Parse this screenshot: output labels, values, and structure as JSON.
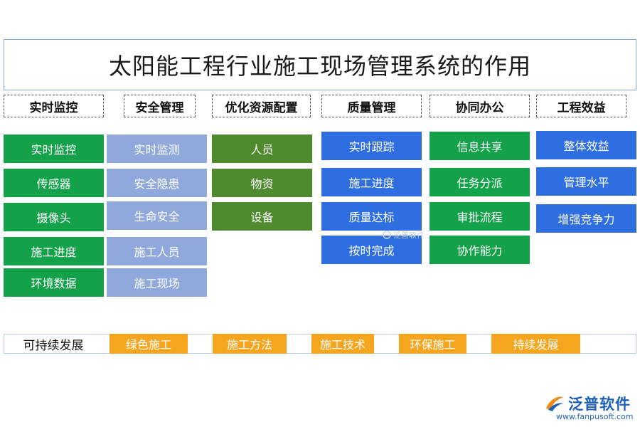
{
  "title": "太阳能工程行业施工现场管理系统的作用",
  "categories": [
    "实时监控",
    "安全管理",
    "优化资源配置",
    "质量管理",
    "协同办公",
    "工程效益"
  ],
  "columns": {
    "col1": [
      "实时监控",
      "传感器",
      "摄像头",
      "施工进度",
      "环境数据"
    ],
    "col2": [
      "实时监测",
      "安全隐患",
      "生命安全",
      "施工人员",
      "施工现场"
    ],
    "col3": [
      "人员",
      "物资",
      "设备"
    ],
    "col4": [
      "实时跟踪",
      "施工进度",
      "质量达标",
      "按时完成"
    ],
    "col5": [
      "信息共享",
      "任务分派",
      "审批流程",
      "协作能力"
    ],
    "col6": [
      "整体效益",
      "管理水平",
      "增强竞争力"
    ]
  },
  "bottom": {
    "label": "可持续发展",
    "items": [
      "绿色施工",
      "施工方法",
      "施工技术",
      "环保施工",
      "持续发展"
    ]
  },
  "watermark": "泛普软件",
  "logo": {
    "name": "泛普软件",
    "url": "www.fanpusoft.com"
  },
  "colors": {
    "green": "#13a24a",
    "lavender": "#8fa9dc",
    "olive": "#4f8a2e",
    "blue": "#2f6ee0",
    "orange": "#f6a51e",
    "logo": "#1e5fb8"
  }
}
